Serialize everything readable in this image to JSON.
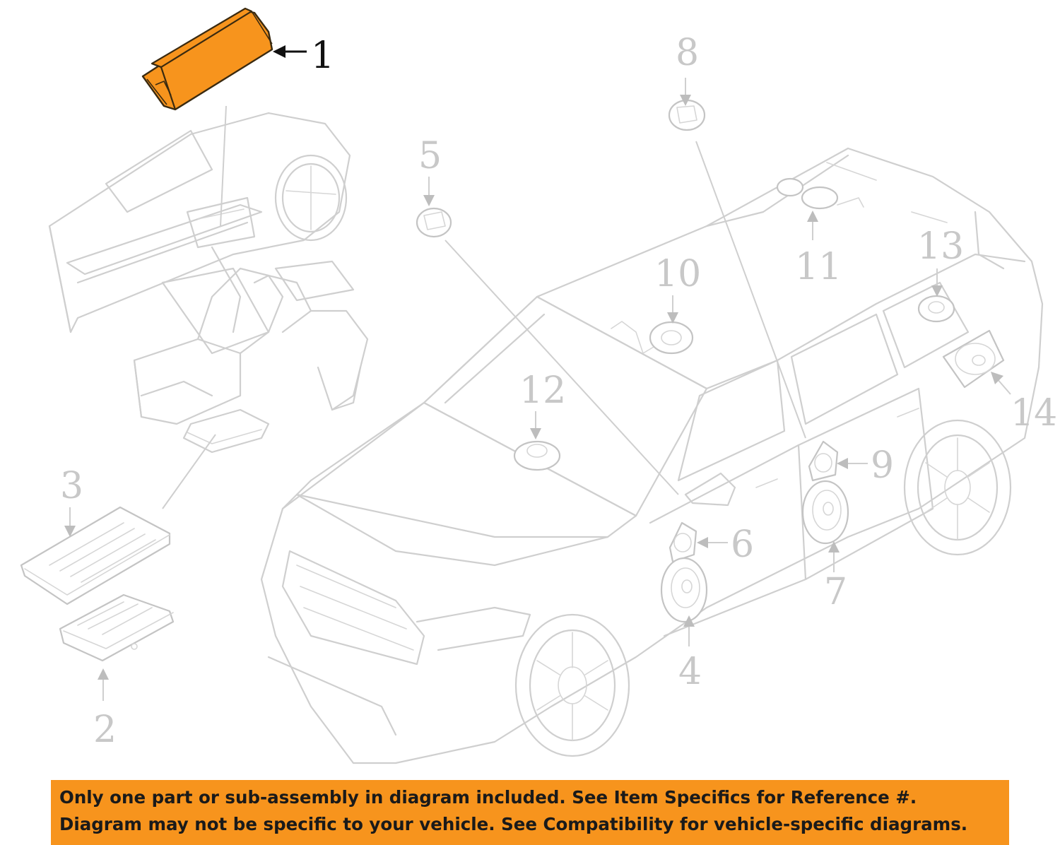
{
  "diagram": {
    "highlight_color": "#f7941d",
    "highlighted_callout": "1",
    "callouts": [
      {
        "id": "1",
        "label": "1"
      },
      {
        "id": "2",
        "label": "2"
      },
      {
        "id": "3",
        "label": "3"
      },
      {
        "id": "4",
        "label": "4"
      },
      {
        "id": "5",
        "label": "5"
      },
      {
        "id": "6",
        "label": "6"
      },
      {
        "id": "7",
        "label": "7"
      },
      {
        "id": "8",
        "label": "8"
      },
      {
        "id": "9",
        "label": "9"
      },
      {
        "id": "10",
        "label": "10"
      },
      {
        "id": "11",
        "label": "11"
      },
      {
        "id": "12",
        "label": "12"
      },
      {
        "id": "13",
        "label": "13"
      },
      {
        "id": "14",
        "label": "14"
      }
    ]
  },
  "disclaimer": {
    "line1": "Only one part or sub-assembly in diagram included. See Item Specifics for Reference #.",
    "line2": "Diagram may not be specific to your vehicle. See Compatibility for vehicle-specific diagrams.",
    "background_color": "#f7941d"
  }
}
